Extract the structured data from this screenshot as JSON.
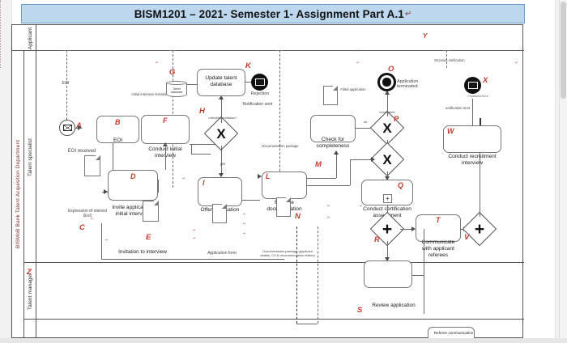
{
  "document": {
    "title": "BISM1201 – 2021- Semester 1- Assignment Part A.1",
    "title_mark": "↵",
    "banner_color": "#bdd7ee",
    "tag_color": "#c0392b"
  },
  "pool": {
    "organisation_label": "BISMoB Bank Talent Acquisition Department",
    "lanes": [
      {
        "id": "applicant",
        "label": "Applicant"
      },
      {
        "id": "talent-specialist",
        "label": "Talent specialist"
      },
      {
        "id": "talent-manager",
        "label": "Talent manager"
      }
    ]
  },
  "tags": {
    "A": "A",
    "B": "B",
    "C": "C",
    "D": "D",
    "E": "E",
    "F": "F",
    "G": "G",
    "H": "H",
    "I": "I",
    "K": "K",
    "L": "L",
    "M": "M",
    "N": "N",
    "O": "O",
    "P": "P",
    "Q": "Q",
    "R": "R",
    "S": "S",
    "T": "T",
    "V": "V",
    "W": "W",
    "X": "X",
    "Y": "Y",
    "Z": "Z"
  },
  "tasks": [
    {
      "id": "update-talent-database",
      "tag": "G",
      "label": "Update talent database"
    },
    {
      "id": "conduct-initial-interview",
      "tag": "F",
      "label": "Conduct initial interview"
    },
    {
      "id": "invite-applicant-to-initial-interview",
      "tag": "D",
      "label": "Invite applicant to initial interview"
    },
    {
      "id": "offer-application-form",
      "tag": "I",
      "label": "Offer application form"
    },
    {
      "id": "receive-documentation",
      "tag": "L",
      "label": "Receive documentation"
    },
    {
      "id": "check-for-completeness",
      "tag": "M",
      "label": "Check for completeness"
    },
    {
      "id": "conduct-certification-assessment",
      "tag": "Q",
      "label": "Conduct certification assessment"
    },
    {
      "id": "communicate-with-applicant-referees",
      "tag": "T",
      "label": "Communicate with applicant referees"
    },
    {
      "id": "conduct-recruitment-interview",
      "tag": "W",
      "label": "Conduct recruitment interview"
    },
    {
      "id": "review-application",
      "tag": "S",
      "label": "Review application"
    },
    {
      "id": "referee-communication",
      "tag": "",
      "label": "Referee communication"
    }
  ],
  "events": [
    {
      "id": "eoi-received",
      "tag": "A",
      "label": "EOI received",
      "type": "message-start"
    },
    {
      "id": "rejection",
      "tag": "K",
      "label": "Rejection",
      "type": "message-end"
    },
    {
      "id": "application-terminated",
      "tag": "O",
      "label": "Application terminated",
      "type": "terminate-end"
    },
    {
      "id": "interview-invite-sent",
      "tag": "X",
      "label": "Finalised/Sent",
      "type": "message-end"
    }
  ],
  "gateways": [
    {
      "id": "gw-eligibility",
      "tag": "H",
      "mark": "X",
      "note": "Interview invitation?"
    },
    {
      "id": "gw-complete",
      "tag": "P",
      "mark": "X",
      "note": "incomplete"
    },
    {
      "id": "gw-assessment-decision",
      "tag": "",
      "mark": "X",
      "note": ""
    },
    {
      "id": "gw-parallel-split",
      "tag": "R",
      "mark": "+",
      "note": ""
    },
    {
      "id": "gw-parallel-join",
      "tag": "V",
      "mark": "+",
      "note": ""
    }
  ],
  "artifacts": [
    {
      "id": "talent-database-store",
      "label": "Talent database",
      "type": "data-store"
    },
    {
      "id": "eoi-document",
      "label": "EOI received",
      "type": "data-object"
    },
    {
      "id": "expression-of-interest-doc",
      "tag": "C",
      "label": "Expression of interest (EoI)",
      "type": "data-object"
    },
    {
      "id": "invitation-doc",
      "tag": "E",
      "label": "Invitation to interview",
      "type": "data-object"
    },
    {
      "id": "application-form-doc",
      "label": "Application form",
      "type": "data-object"
    },
    {
      "id": "filled-application-doc",
      "label": "Filled application",
      "type": "data-object"
    },
    {
      "id": "documentation-package-doc",
      "tag": "N",
      "label": "Documentation package (applicant details, CV & recommendation letters)",
      "type": "data-object"
    }
  ],
  "flow_labels": [
    {
      "id": "eoi-message-1",
      "label": "EOI"
    },
    {
      "id": "eoi-message-2",
      "label": "EOI"
    },
    {
      "id": "initial-interview-invitation",
      "label": "Initial interview invitation"
    },
    {
      "id": "notification-sent",
      "label": "Notification sent"
    },
    {
      "id": "documentation-package",
      "label": "Documentation package"
    },
    {
      "id": "invitation-to-interview",
      "label": "Invitation to interview"
    },
    {
      "id": "application-form",
      "label": "Application form"
    },
    {
      "id": "decision-notification",
      "label": "Decision notification"
    },
    {
      "id": "notification-sent-2",
      "label": "notification sent"
    },
    {
      "id": "incomplete",
      "label": "incomplete"
    },
    {
      "id": "yes",
      "label": "yes"
    },
    {
      "id": "no",
      "label": "no"
    }
  ]
}
